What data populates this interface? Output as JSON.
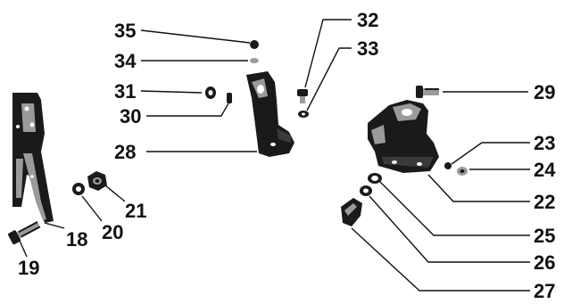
{
  "callouts": {
    "c18": "18",
    "c19": "19",
    "c20": "20",
    "c21": "21",
    "c22": "22",
    "c23": "23",
    "c24": "24",
    "c25": "25",
    "c26": "26",
    "c27": "27",
    "c28": "28",
    "c29": "29",
    "c30": "30",
    "c31": "31",
    "c32": "32",
    "c33": "33",
    "c34": "34",
    "c35": "35"
  },
  "colors": {
    "ink": "#111111",
    "part_dark": "#1a1a1a",
    "part_light": "#9a9a9a",
    "background": "#ffffff"
  }
}
